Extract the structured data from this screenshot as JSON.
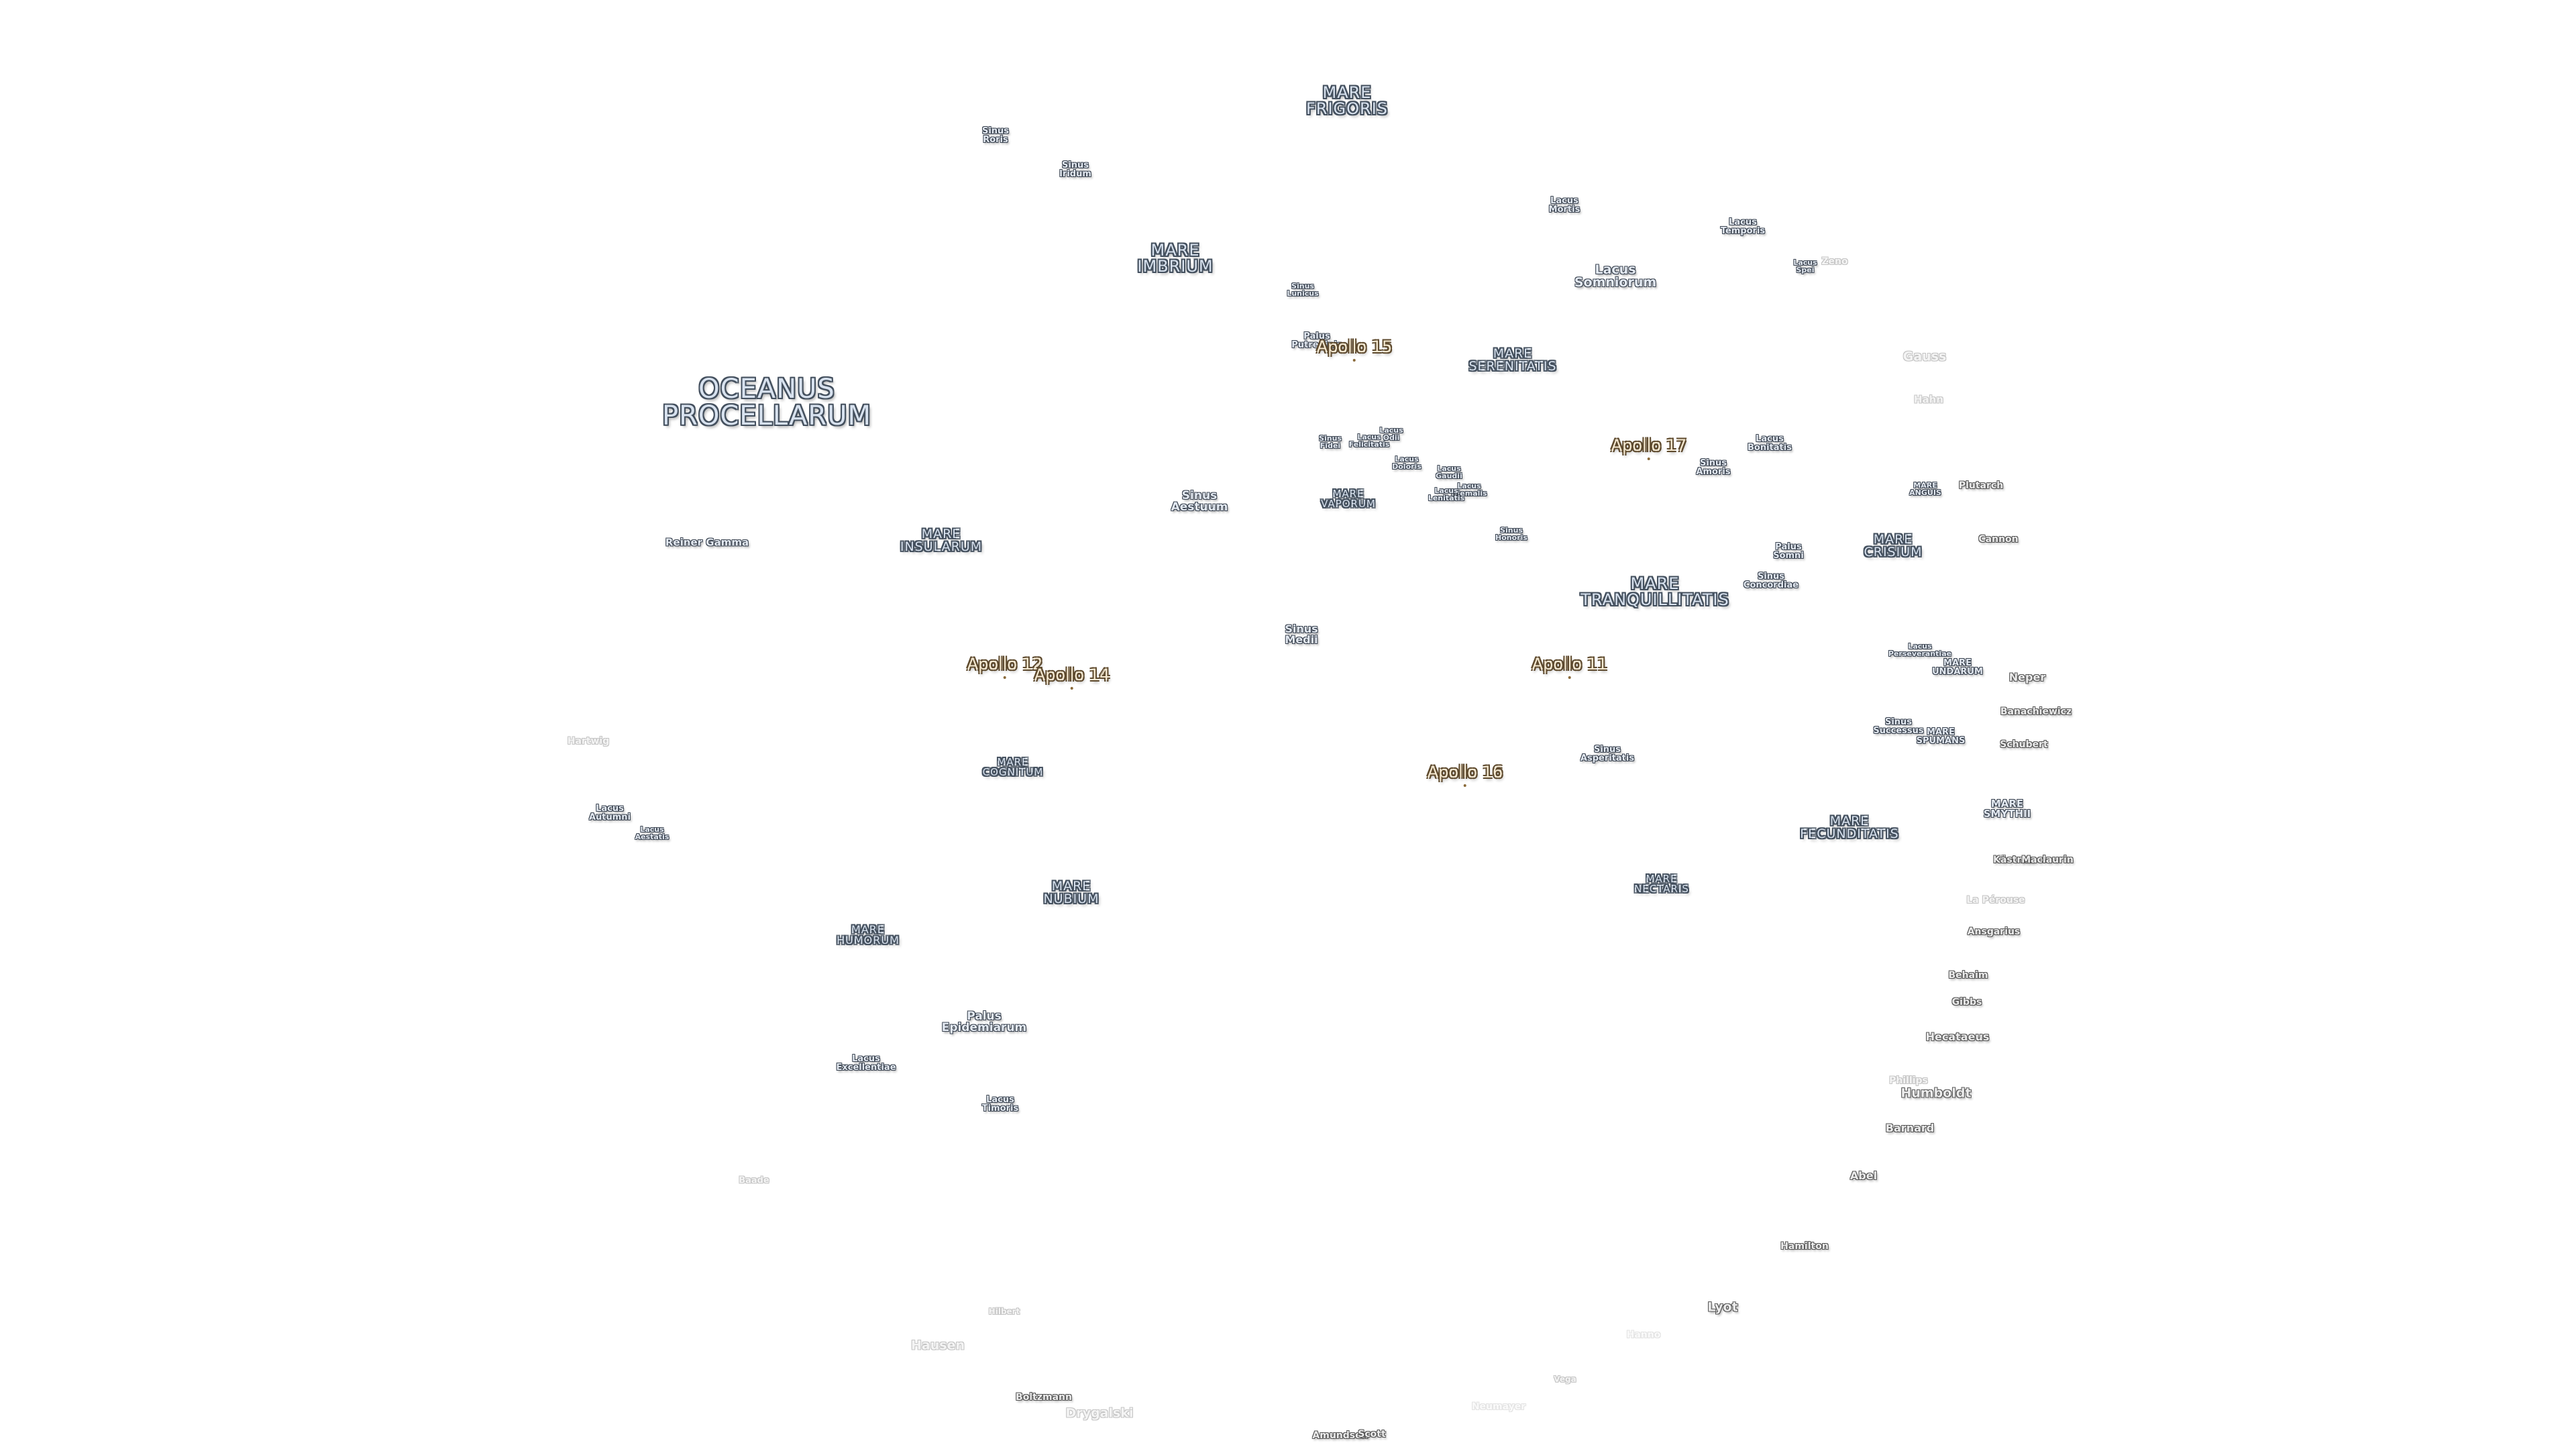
{
  "map": {
    "maria": [
      {
        "lines": [
          "MARE",
          "FRIGORIS"
        ]
      },
      {
        "lines": [
          "MARE",
          "IMBRIUM"
        ]
      },
      {
        "lines": [
          "OCEANUS",
          "PROCELLARUM"
        ]
      },
      {
        "lines": [
          "MARE",
          "SERENITATIS"
        ]
      },
      {
        "lines": [
          "MARE",
          "INSULARUM"
        ]
      },
      {
        "lines": [
          "MARE",
          "VAPORUM"
        ]
      },
      {
        "lines": [
          "MARE",
          "TRANQUILLITATIS"
        ]
      },
      {
        "lines": [
          "MARE",
          "CRISIUM"
        ]
      },
      {
        "lines": [
          "MARE",
          "COGNITUM"
        ]
      },
      {
        "lines": [
          "MARE",
          "NUBIUM"
        ]
      },
      {
        "lines": [
          "MARE",
          "HUMORUM"
        ]
      },
      {
        "lines": [
          "MARE",
          "NECTARIS"
        ]
      },
      {
        "lines": [
          "MARE",
          "FECUNDITATIS"
        ]
      },
      {
        "lines": [
          "MARE",
          "ANGUIS"
        ]
      },
      {
        "lines": [
          "MARE",
          "UNDARUM"
        ]
      },
      {
        "lines": [
          "MARE",
          "SPUMANS"
        ]
      },
      {
        "lines": [
          "MARE",
          "SMYTHII"
        ]
      }
    ],
    "features": [
      {
        "lines": [
          "Sinus",
          "Roris"
        ]
      },
      {
        "lines": [
          "Sinus",
          "Iridum"
        ]
      },
      {
        "lines": [
          "Lacus",
          "Mortis"
        ]
      },
      {
        "lines": [
          "Lacus",
          "Temporis"
        ]
      },
      {
        "lines": [
          "Lacus",
          "Somniorum"
        ]
      },
      {
        "lines": [
          "Lacus",
          "Spei"
        ]
      },
      {
        "lines": [
          "Sinus",
          "Lunicus"
        ]
      },
      {
        "lines": [
          "Palus",
          "Putredinis"
        ]
      },
      {
        "lines": [
          "Sinus",
          "Aestuum"
        ]
      },
      {
        "lines": [
          "Sinus",
          "Fidei"
        ]
      },
      {
        "lines": [
          "Lacus",
          "Felicitatis"
        ]
      },
      {
        "lines": [
          "Lacus",
          "Odii"
        ]
      },
      {
        "lines": [
          "Lacus",
          "Doloris"
        ]
      },
      {
        "lines": [
          "Lacus",
          "Gaudii"
        ]
      },
      {
        "lines": [
          "Lacus",
          "Hiemalis"
        ]
      },
      {
        "lines": [
          "Lacus",
          "Lenitatis"
        ]
      },
      {
        "lines": [
          "Sinus",
          "Honoris"
        ]
      },
      {
        "lines": [
          "Sinus",
          "Amoris"
        ]
      },
      {
        "lines": [
          "Lacus",
          "Bonitatis"
        ]
      },
      {
        "lines": [
          "Palus",
          "Somni"
        ]
      },
      {
        "lines": [
          "Sinus",
          "Concordiae"
        ]
      },
      {
        "lines": [
          "Sinus",
          "Medii"
        ]
      },
      {
        "lines": [
          "Lacus",
          "Perseverantiae"
        ]
      },
      {
        "lines": [
          "Sinus",
          "Successus"
        ]
      },
      {
        "lines": [
          "Sinus",
          "Asperitatis"
        ]
      },
      {
        "lines": [
          "Lacus",
          "Autumni"
        ]
      },
      {
        "lines": [
          "Lacus",
          "Aestatis"
        ]
      },
      {
        "lines": [
          "Palus",
          "Epidemiarum"
        ]
      },
      {
        "lines": [
          "Lacus",
          "Excellentiae"
        ]
      },
      {
        "lines": [
          "Lacus",
          "Timoris"
        ]
      },
      {
        "lines": [
          "Reiner Gamma"
        ]
      }
    ],
    "apollo_sites": [
      {
        "label": "Apollo 15"
      },
      {
        "label": "Apollo 17"
      },
      {
        "label": "Apollo 12"
      },
      {
        "label": "Apollo 14"
      },
      {
        "label": "Apollo 11"
      },
      {
        "label": "Apollo 16"
      }
    ],
    "craters": [
      {
        "label": "Zeno",
        "tone": "faint"
      },
      {
        "label": "Gauss",
        "tone": "faint"
      },
      {
        "label": "Hahn",
        "tone": "faint"
      },
      {
        "label": "Plutarch",
        "tone": "normal"
      },
      {
        "label": "Cannon",
        "tone": "normal"
      },
      {
        "label": "Neper",
        "tone": "normal"
      },
      {
        "label": "Banachiewicz",
        "tone": "normal"
      },
      {
        "label": "Schubert",
        "tone": "normal"
      },
      {
        "label": "Kästner",
        "tone": "normal"
      },
      {
        "label": "Maclaurin",
        "tone": "normal"
      },
      {
        "label": "La Pérouse",
        "tone": "faint"
      },
      {
        "label": "Ansgarius",
        "tone": "normal"
      },
      {
        "label": "Behaim",
        "tone": "normal"
      },
      {
        "label": "Gibbs",
        "tone": "normal"
      },
      {
        "label": "Hecataeus",
        "tone": "normal"
      },
      {
        "label": "Phillips",
        "tone": "faint"
      },
      {
        "label": "Humboldt",
        "tone": "normal"
      },
      {
        "label": "Barnard",
        "tone": "normal"
      },
      {
        "label": "Abel",
        "tone": "normal"
      },
      {
        "label": "Hamilton",
        "tone": "normal"
      },
      {
        "label": "Lyot",
        "tone": "normal"
      },
      {
        "label": "Hartwig",
        "tone": "faint"
      },
      {
        "label": "Baade",
        "tone": "faint"
      },
      {
        "label": "Hausen",
        "tone": "faint"
      },
      {
        "label": "Boltzmann",
        "tone": "normal"
      },
      {
        "label": "Drygalski",
        "tone": "faint"
      },
      {
        "label": "Amundsen",
        "tone": "normal"
      },
      {
        "label": "Scott",
        "tone": "normal"
      },
      {
        "label": "Neumayer",
        "tone": "ghost"
      },
      {
        "label": "Hanno",
        "tone": "ghost"
      },
      {
        "label": "Vega",
        "tone": "faint"
      },
      {
        "label": "Hilbert",
        "tone": "faint"
      }
    ]
  }
}
